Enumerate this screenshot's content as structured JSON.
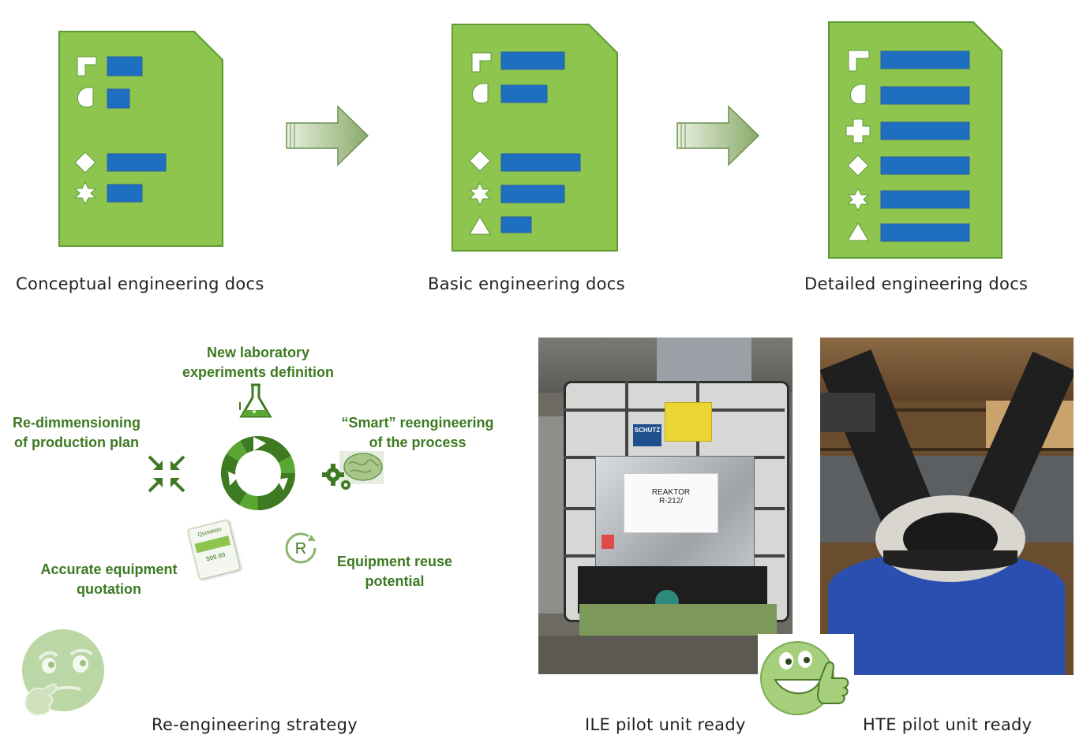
{
  "top_row": {
    "docs": [
      {
        "caption": "Conceptual engineering docs"
      },
      {
        "caption": "Basic engineering docs"
      },
      {
        "caption": "Detailed engineering docs"
      }
    ]
  },
  "strategy": {
    "caption": "Re-engineering strategy",
    "items": [
      {
        "label_line1": "New laboratory",
        "label_line2": "experiments definition"
      },
      {
        "label_line1": "“Smart” reengineering",
        "label_line2": "of the process"
      },
      {
        "label_line1": "Re-dimmensioning",
        "label_line2": "of production plan"
      },
      {
        "label_line1": "Accurate equipment",
        "label_line2": "quotation"
      },
      {
        "label_line1": "Equipment reuse",
        "label_line2": "potential"
      }
    ],
    "quotation_tag": "Quotation",
    "quotation_price": "$99.99"
  },
  "photos": {
    "ile": {
      "caption": "ILE pilot unit ready",
      "label_line1": "REAKTOR",
      "label_line2": "R-212/",
      "drum_brand": "SCHUTZ"
    },
    "hte": {
      "caption": "HTE pilot unit ready"
    }
  },
  "colors": {
    "doc_green": "#8dc54f",
    "doc_border": "#5e9a35",
    "bar_blue": "#1f6fc0",
    "label_green": "#3d7a22"
  }
}
